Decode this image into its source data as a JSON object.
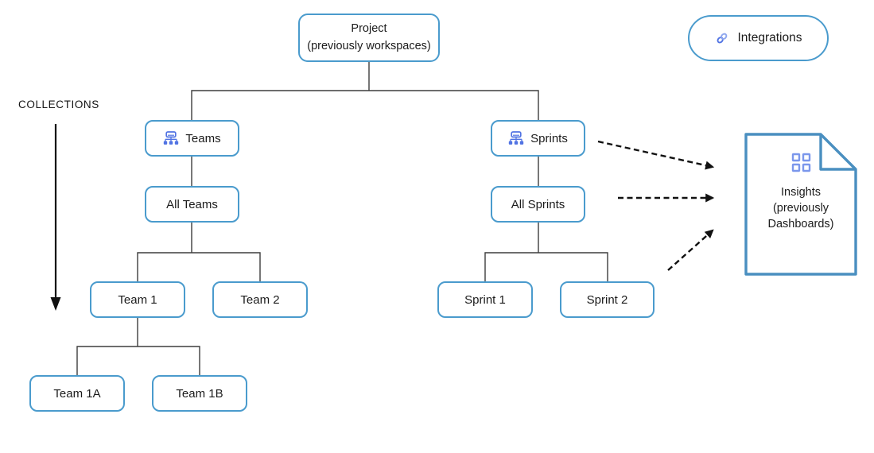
{
  "diagram": {
    "collections": {
      "label": "COLLECTIONS"
    },
    "nodes": {
      "project": {
        "lines": [
          "Project",
          "(previously workspaces)"
        ]
      },
      "integrations": {
        "label": "Integrations",
        "icon": "link-icon"
      },
      "teams": {
        "label": "Teams",
        "icon": "sitemap-icon"
      },
      "sprints": {
        "label": "Sprints",
        "icon": "sitemap-icon"
      },
      "all_teams": {
        "label": "All Teams"
      },
      "all_sprints": {
        "label": "All Sprints"
      },
      "team_1": {
        "label": "Team 1"
      },
      "team_2": {
        "label": "Team 2"
      },
      "sprint_1": {
        "label": "Sprint 1"
      },
      "sprint_2": {
        "label": "Sprint 2"
      },
      "team_1a": {
        "label": "Team 1A"
      },
      "team_1b": {
        "label": "Team 1B"
      },
      "insights": {
        "lines": [
          "Insights",
          "(previously",
          "Dashboards)"
        ],
        "icon": "dashboard-grid-icon"
      }
    },
    "colors": {
      "box_border": "#4A9BCD",
      "doc_border": "#4A8FC0",
      "icon_blue": "#5173E3",
      "icon_blue_light": "#8FA7EF",
      "grid_icon_blue": "#7B97EC",
      "connector": "#3D3D3D",
      "arrow_black": "#111111",
      "text": "#1B1B1B"
    }
  }
}
